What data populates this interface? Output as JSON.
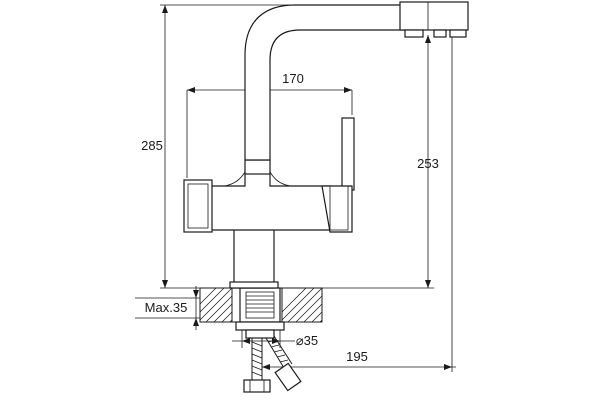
{
  "dimensions": {
    "total_height": "285",
    "body_width": "170",
    "spout_height": "253",
    "max_mount": "Max.35",
    "hole_diameter": "⌀35",
    "reach": "195"
  }
}
